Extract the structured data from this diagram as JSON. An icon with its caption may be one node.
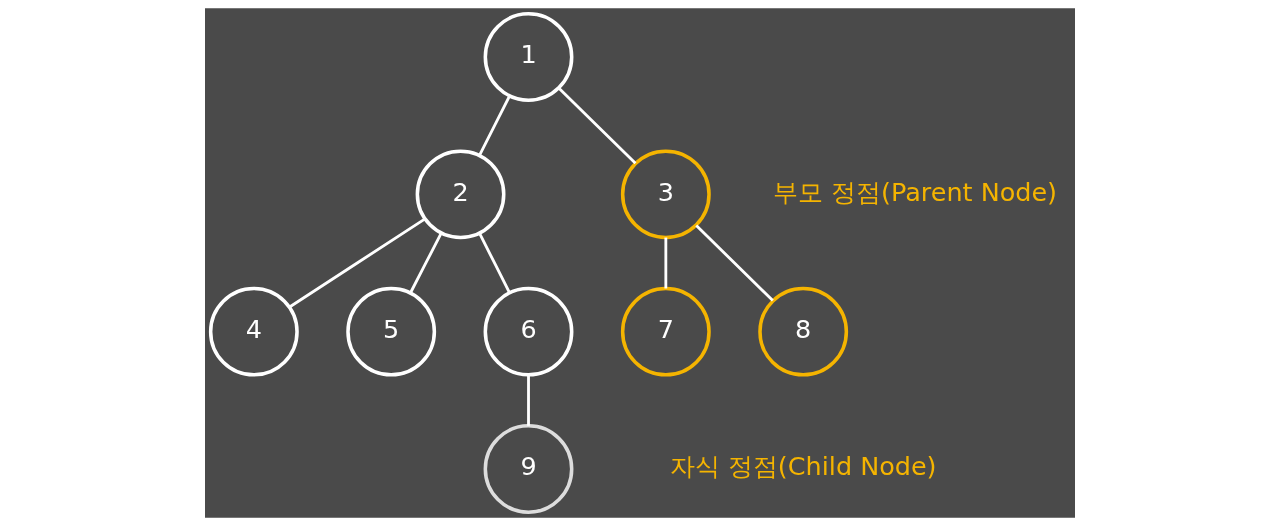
{
  "diagram": {
    "nodes": [
      {
        "text": [
          "1"
        ]
      },
      {
        "text": [
          "2"
        ]
      },
      {
        "text": [
          "3"
        ],
        "beside": [
          "부모 정점(Parent Node)"
        ]
      },
      {
        "text": [
          "4"
        ]
      },
      {
        "text": [
          "5"
        ]
      },
      {
        "text": [
          "6"
        ]
      },
      {
        "text": [
          "7"
        ]
      },
      {
        "text": [
          "8"
        ]
      },
      {
        "text": [
          "9"
        ]
      }
    ],
    "edges": [
      {
        "from": 0,
        "to": 1,
        "arrow": "none"
      },
      {
        "from": 0,
        "to": 2,
        "arrow": "none"
      },
      {
        "from": 1,
        "to": 3,
        "arrow": "none"
      },
      {
        "from": 1,
        "to": 4,
        "arrow": "none"
      },
      {
        "from": 1,
        "to": 5,
        "arrow": "none"
      },
      {
        "from": 2,
        "to": 6,
        "arrow": "none"
      },
      {
        "from": 2,
        "to": 7,
        "arrow": "none"
      },
      {
        "from": 5,
        "to": 8,
        "arrow": "none"
      }
    ],
    "labels": [
      "자식 정점(Child Node)"
    ]
  }
}
